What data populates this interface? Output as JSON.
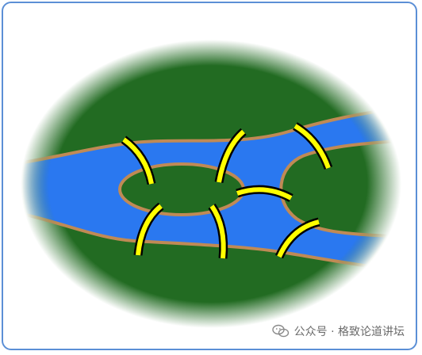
{
  "watermark": {
    "text": "公众号 · 格致论道讲坛",
    "icon": "wechat-icon"
  },
  "colors": {
    "land": "#226b22",
    "river": "#2a78f0",
    "bank": "#c08a55",
    "bridge": "#ffff00",
    "bridge_outline": "#000000",
    "frame_border": "#5b8fd6"
  },
  "diagram": {
    "islands": 2,
    "bridges": 7
  }
}
